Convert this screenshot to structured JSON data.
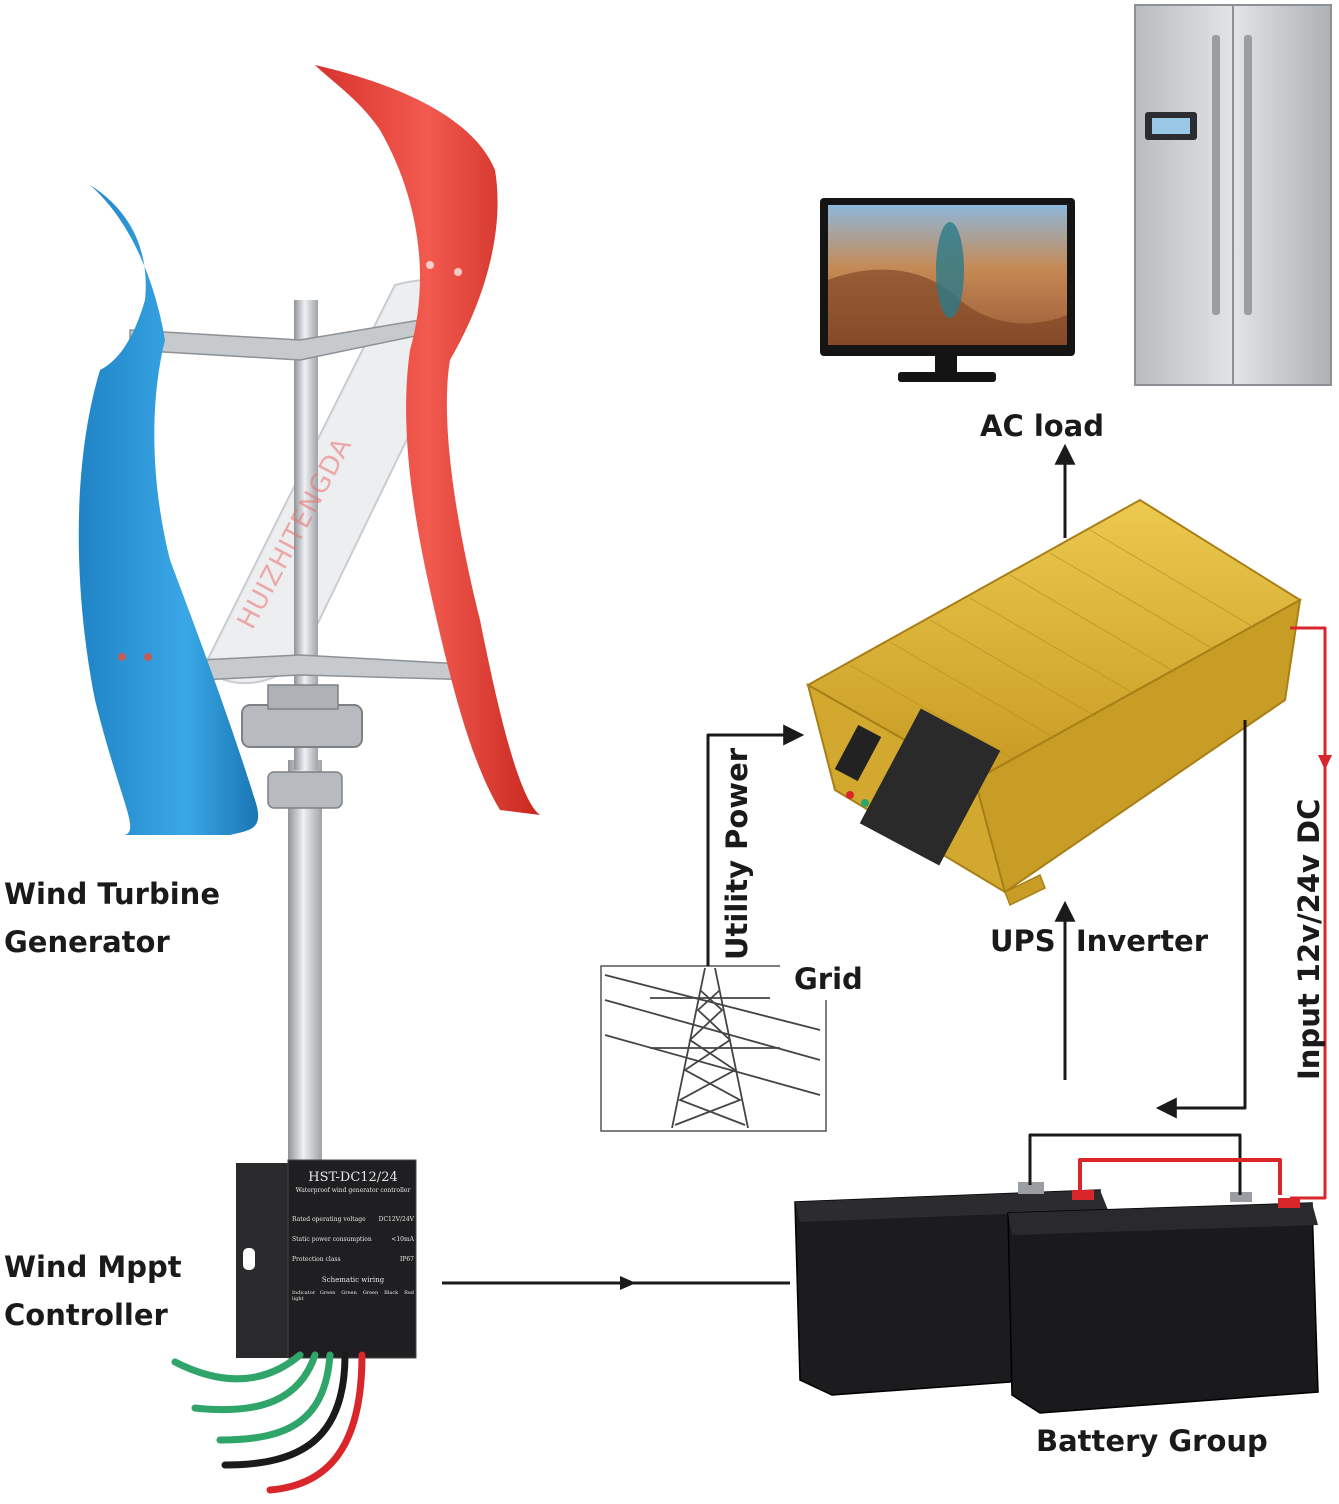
{
  "labels": {
    "turbine": [
      "Wind Turbine",
      "Generator"
    ],
    "controller": [
      "Wind Mppt",
      "Controller"
    ],
    "ac_load": "AC load",
    "ups_inverter": "UPS  Inverter",
    "grid": "Grid",
    "utility_power": "Utility Power",
    "input_dc": "Input 12v/24v DC",
    "battery_group": "Battery Group"
  },
  "watermark": "HUIZHITENGDA",
  "controller_panel": {
    "model": "HST-DC12/24",
    "subtitle": "Waterproof wind generator controller",
    "spec_rows": [
      {
        "label": "Rated operating voltage",
        "value": "DC12V/24V"
      },
      {
        "label": "Static power consumption",
        "value": "<10mA"
      },
      {
        "label": "Protection class",
        "value": "IP67"
      }
    ],
    "wiring_title": "Schematic wiring",
    "indicator_label": "Indicator light",
    "terminal_labels": [
      "Green",
      "Green",
      "Green",
      "Black",
      "Red"
    ]
  },
  "colors": {
    "blade_blue": "#2f9ad8",
    "blade_red": "#ee4a43",
    "inverter_gold": "#d9b43a",
    "wire_red": "#d8262a",
    "wire_black": "#1a1a1a"
  }
}
